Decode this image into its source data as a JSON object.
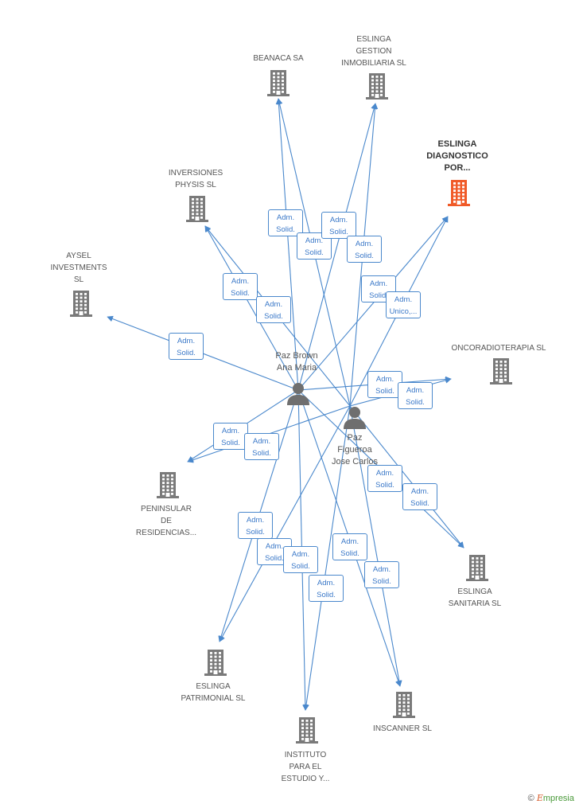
{
  "colors": {
    "edge": "#4a88cc",
    "building": "#7a7a7a",
    "building_highlight": "#f05a28",
    "person": "#6f6f6f",
    "role_text": "#3a78c8"
  },
  "companies": [
    {
      "id": "beanaca",
      "label": "BEANACA SA",
      "highlight": false
    },
    {
      "id": "eslinga-gestion",
      "label": "ESLINGA\nGESTION\nINMOBILIARIA SL",
      "highlight": false
    },
    {
      "id": "eslinga-diagnostico",
      "label": "ESLINGA\nDIAGNOSTICO\nPOR...",
      "highlight": true
    },
    {
      "id": "inversiones-physis",
      "label": "INVERSIONES\nPHYSIS SL",
      "highlight": false
    },
    {
      "id": "aysel",
      "label": "AYSEL\nINVESTMENTS\nSL",
      "highlight": false
    },
    {
      "id": "oncoradioterapia",
      "label": "ONCORADIOTERAPIA SL",
      "highlight": false
    },
    {
      "id": "peninsular",
      "label": "PENINSULAR\nDE\nRESIDENCIAS...",
      "highlight": false
    },
    {
      "id": "eslinga-sanitaria",
      "label": "ESLINGA\nSANITARIA SL",
      "highlight": false
    },
    {
      "id": "eslinga-patrimonial",
      "label": "ESLINGA\nPATRIMONIAL SL",
      "highlight": false
    },
    {
      "id": "inscanner",
      "label": "INSCANNER SL",
      "highlight": false
    },
    {
      "id": "instituto",
      "label": "INSTITUTO\nPARA EL\nESTUDIO Y...",
      "highlight": false
    }
  ],
  "persons": [
    {
      "id": "ana",
      "label": "Paz Brown\nAna Maria"
    },
    {
      "id": "jose",
      "label": "Paz\nFigueroa\nJose Carlos"
    }
  ],
  "roles": [
    {
      "text": "Adm.\nSolid."
    },
    {
      "text": "Adm.\nSolid."
    },
    {
      "text": "Adm.\nSolid."
    },
    {
      "text": "Adm.\nSolid."
    },
    {
      "text": "Adm.\nSolid."
    },
    {
      "text": "Adm.\nSolid."
    },
    {
      "text": "Adm.\nSolid."
    },
    {
      "text": "Adm.\nUnico,..."
    },
    {
      "text": "Adm.\nSolid."
    },
    {
      "text": "Adm.\nSolid."
    },
    {
      "text": "Adm.\nSolid."
    },
    {
      "text": "Adm.\nSolid."
    },
    {
      "text": "Adm.\nSolid."
    },
    {
      "text": "Adm.\nSolid."
    },
    {
      "text": "Adm.\nSolid."
    },
    {
      "text": "Adm.\nSolid."
    },
    {
      "text": "Adm.\nSolid."
    },
    {
      "text": "Adm.\nSolid."
    },
    {
      "text": "Adm.\nSolid."
    },
    {
      "text": "Adm.\nSolid."
    },
    {
      "text": "Adm.\nSolid."
    }
  ],
  "edges": [
    {
      "from": "ana",
      "to": "beanaca"
    },
    {
      "from": "jose",
      "to": "beanaca"
    },
    {
      "from": "ana",
      "to": "eslinga-gestion"
    },
    {
      "from": "jose",
      "to": "eslinga-gestion"
    },
    {
      "from": "ana",
      "to": "eslinga-diagnostico"
    },
    {
      "from": "jose",
      "to": "eslinga-diagnostico"
    },
    {
      "from": "ana",
      "to": "inversiones-physis"
    },
    {
      "from": "jose",
      "to": "inversiones-physis"
    },
    {
      "from": "ana",
      "to": "aysel"
    },
    {
      "from": "ana",
      "to": "oncoradioterapia"
    },
    {
      "from": "jose",
      "to": "oncoradioterapia"
    },
    {
      "from": "ana",
      "to": "peninsular"
    },
    {
      "from": "jose",
      "to": "peninsular"
    },
    {
      "from": "ana",
      "to": "eslinga-sanitaria"
    },
    {
      "from": "jose",
      "to": "eslinga-sanitaria"
    },
    {
      "from": "ana",
      "to": "eslinga-patrimonial"
    },
    {
      "from": "jose",
      "to": "eslinga-patrimonial"
    },
    {
      "from": "ana",
      "to": "instituto"
    },
    {
      "from": "jose",
      "to": "instituto"
    },
    {
      "from": "ana",
      "to": "inscanner"
    },
    {
      "from": "jose",
      "to": "inscanner"
    }
  ],
  "footer": {
    "copyright": "©",
    "brand": "E",
    "brand_rest": "mpresia"
  }
}
